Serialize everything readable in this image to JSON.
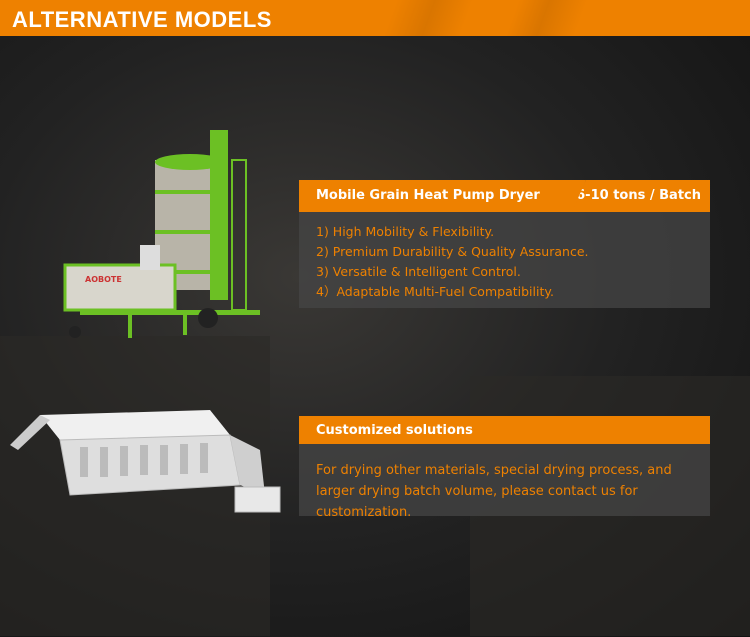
{
  "header": {
    "title": "ALTERNATIVE MODELS"
  },
  "models": [
    {
      "name": "Mobile Grain Heat Pump Dryer",
      "capacity": "6-10 tons / Batch",
      "features": [
        "1)  High Mobility & Flexibility.",
        "2)  Premium Durability & Quality Assurance.",
        "3)  Versatile & Intelligent Control.",
        "4）Adaptable Multi-Fuel Compatibility."
      ],
      "brand": "AOBOTE"
    },
    {
      "name": "Customized solutions",
      "description": "For drying other materials, special drying process, and larger drying batch volume, please contact us for customization."
    }
  ],
  "colors": {
    "accent": "#ee8100",
    "green": "#6cc024"
  }
}
